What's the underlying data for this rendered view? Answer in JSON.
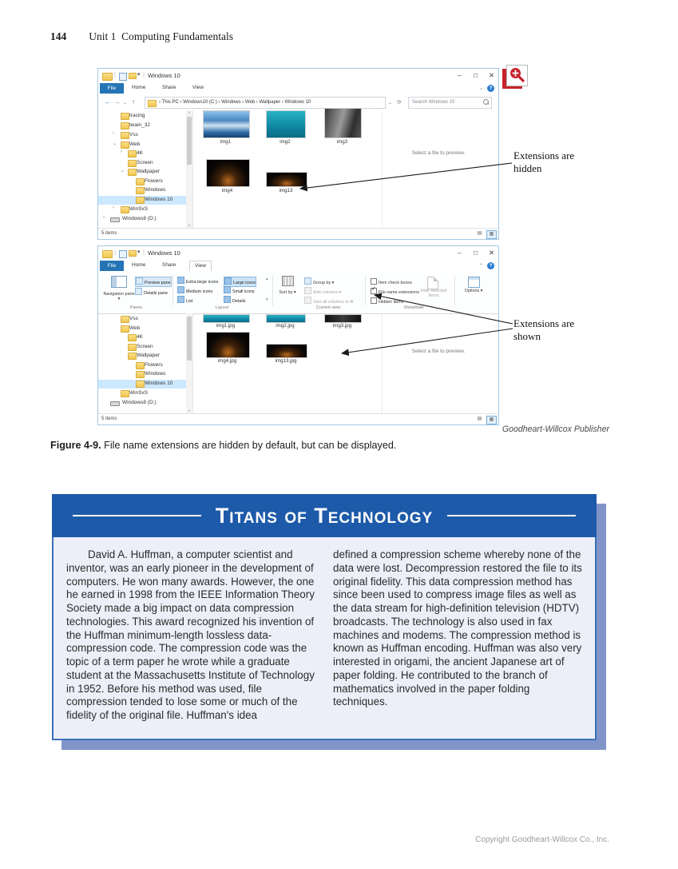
{
  "page": {
    "number": "144",
    "unit_header": "Unit 1  Computing Fundamentals",
    "credit": "Goodheart-Willcox Publisher",
    "caption_label": "Figure 4-9.",
    "caption_text": " File name extensions are hidden by default, but can be displayed.",
    "copyright": "Copyright Goodheart-Willcox Co., Inc."
  },
  "annotations": {
    "hidden": "Extensions are hidden",
    "shown": "Extensions are shown"
  },
  "explorer1": {
    "title": "Windows 10",
    "tabs": {
      "file": "File",
      "home": "Home",
      "share": "Share",
      "view": "View"
    },
    "breadcrumb": "› This PC › Windows10 (C:) › Windows › Web › Wallpaper › Windows 10",
    "search": "Search Windows 10",
    "tree": [
      {
        "arrow": "",
        "name": "tracing"
      },
      {
        "arrow": "",
        "name": "twain_32"
      },
      {
        "arrow": "›",
        "name": "Vss"
      },
      {
        "arrow": "⌄",
        "name": "Web"
      },
      {
        "arrow": "›",
        "name": "4K"
      },
      {
        "arrow": "",
        "name": "Screen"
      },
      {
        "arrow": "⌄",
        "name": "Wallpaper"
      },
      {
        "arrow": "",
        "name": "Flowers"
      },
      {
        "arrow": "",
        "name": "Windows"
      },
      {
        "arrow": "",
        "name": "Windows 10"
      },
      {
        "arrow": "›",
        "name": "WinSxS"
      },
      {
        "arrow": "›",
        "name": "Windows8 (D:)"
      }
    ],
    "files": [
      {
        "label": "img1"
      },
      {
        "label": "img2"
      },
      {
        "label": "img3"
      },
      {
        "label": "img4"
      },
      {
        "label": "img13"
      }
    ],
    "preview": "Select a file to preview.",
    "status": "5 items"
  },
  "explorer2": {
    "title": "Windows 10",
    "tabs": {
      "file": "File",
      "home": "Home",
      "share": "Share",
      "view": "View"
    },
    "ribbon": {
      "nav_pane": "Navigation pane ▾",
      "preview_pane": "Preview pane",
      "details_pane": "Details pane",
      "layout_items": [
        "Extra large icons",
        "Large icons",
        "Medium icons",
        "Small icons",
        "List",
        "Details"
      ],
      "sort_by": "Sort by ▾",
      "group_by": "Group by ▾",
      "add_columns": "Add columns ▾",
      "size_columns": "Size all columns to fit",
      "checks": [
        {
          "label": "Item check boxes",
          "checked": false
        },
        {
          "label": "File name extensions",
          "checked": true
        },
        {
          "label": "Hidden items",
          "checked": false
        }
      ],
      "hide_selected": "Hide selected items",
      "options": "Options ▾",
      "group_panes": "Panes",
      "group_layout": "Layout",
      "group_current_view": "Current view",
      "group_show_hide": "Show/hide"
    },
    "tree": [
      {
        "name": "Vss"
      },
      {
        "name": "Web"
      },
      {
        "name": "4K"
      },
      {
        "name": "Screen"
      },
      {
        "name": "Wallpaper"
      },
      {
        "name": "Flowers"
      },
      {
        "name": "Windows"
      },
      {
        "name": "Windows 10"
      },
      {
        "name": "WinSxS"
      },
      {
        "name": "Windows8 (D:)"
      }
    ],
    "files": [
      {
        "label": "img1.jpg"
      },
      {
        "label": "img2.jpg"
      },
      {
        "label": "img3.jpg"
      },
      {
        "label": "img4.jpg"
      },
      {
        "label": "img13.jpg"
      }
    ],
    "preview": "Select a file to preview.",
    "status": "5 items"
  },
  "titans": {
    "title": "Titans of Technology",
    "col1": "David A. Huffman, a computer scientist and inventor, was an early pioneer in the development of computers. He won many awards. However, the one he earned in 1998 from the IEEE Information Theory Society made a big impact on data compression technologies. This award recognized his invention of the Huffman minimum-length lossless data-compression code. The compression code was the topic of a term paper he wrote while a graduate student at the Massachusetts Institute of Technology in 1952. Before his method was used, file compression tended to lose some or much of the fidelity of the original file. Huffman's idea",
    "col2": "defined a compression scheme whereby none of the data were lost. Decompression restored the file to its original fidelity. This data compression method has since been used to compress image files as well as the data stream for high-definition television (HDTV) broadcasts. The technology is also used in fax machines and modems. The compression method is known as Huffman encoding. Huffman was also very interested in origami, the ancient Japanese art of paper folding. He contributed to the branch of mathematics involved in the paper folding techniques."
  },
  "colors": {
    "titans_header_blue": "#1d5aa9",
    "titans_shadow_blue": "#8094c8",
    "titans_body_bg": "#edeff8",
    "explorer_accent_blue": "#2574b5",
    "tree_selection": "#cce8ff",
    "zoom_icon_red": "#c5232b"
  }
}
